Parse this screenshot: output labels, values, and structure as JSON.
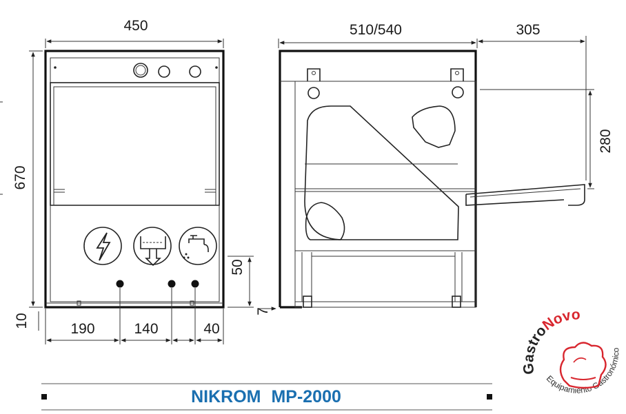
{
  "front_view": {
    "dim_width": "450",
    "dim_height": "670",
    "dim_foot": "10",
    "dim_x1": "190",
    "dim_x2": "140",
    "dim_x3": "40",
    "dim_side": "50",
    "icons": [
      "lightning-icon",
      "water-drain-icon",
      "water-tap-icon"
    ]
  },
  "side_view": {
    "dim_depth": "510/540",
    "dim_door_open": "305",
    "dim_door_height": "280",
    "dim_foot": "7"
  },
  "footer": {
    "brand": "NIKROM",
    "model": "MP-2000"
  },
  "logo": {
    "name_part1": "Gastro",
    "name_part2": "Novo",
    "tagline": "Equipamiento Gastronómico",
    "accent_color": "#d8262e",
    "title_color": "#1a6fb0"
  }
}
